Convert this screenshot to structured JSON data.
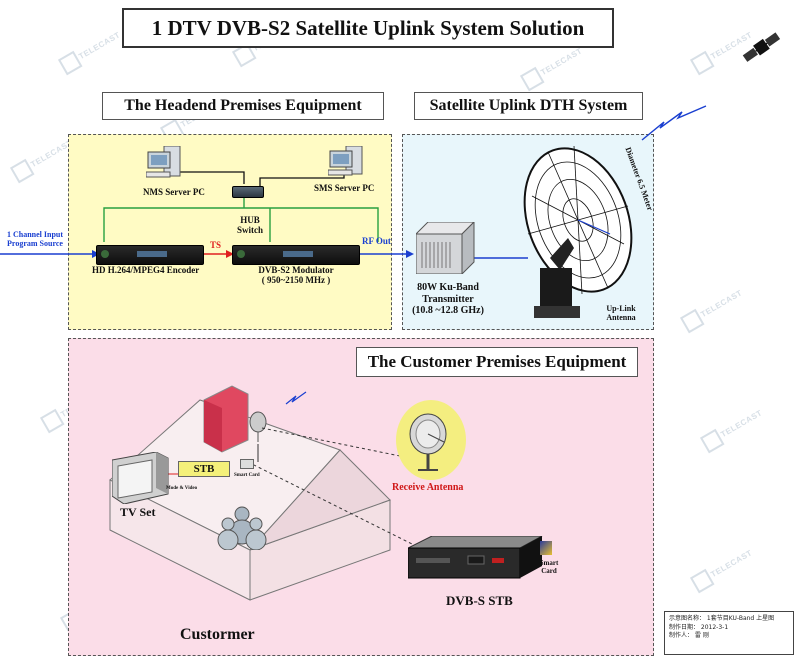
{
  "title": "1 DTV DVB-S2  Satellite Uplink System Solution",
  "sections": {
    "headend": "The  Headend Premises Equipment",
    "uplink": "Satellite Uplink DTH System",
    "customer": "The Customer Premises Equipment"
  },
  "labels": {
    "channel_input": "1 Channel Input\nProgram Source",
    "nms_server": "NMS Server PC",
    "sms_server": "SMS Server PC",
    "hub_switch": "HUB\nSwitch",
    "encoder": "HD H.264/MPEG4 Encoder",
    "ts": "TS",
    "modulator": "DVB-S2 Modulator\n( 950~2150 MHz )",
    "rf_out": "RF Out",
    "transmitter": "80W Ku-Band\nTransmitter\n(10.8 ~12.8 GHz)",
    "diameter": "Diameter 6.5 Meter",
    "uplink_antenna": "Up-Link\nAntenna",
    "receive_antenna": "Receive Antenna",
    "stb": "STB",
    "mode_video": "Mode & Video",
    "smart_card_small": "Smart Card",
    "tv_set": "TV Set",
    "dvbs_stb": "DVB-S STB",
    "smart_card": "Smart\nCard",
    "customer": "Custormer"
  },
  "meta": {
    "lines": [
      "示意图名称：  1套节目KU-Band 上星图",
      "制作日期：   2012-3-1",
      "制作人：    雷 刚"
    ]
  },
  "watermark": "TELECAST",
  "colors": {
    "headend_bg": "#fffbc4",
    "uplink_bg": "#e8f6fb",
    "customer_bg": "#fbdde8",
    "signal_blue": "#1a3fd0",
    "ts_red": "#e02020",
    "network_green": "#28a040",
    "receive_text": "#d01818"
  }
}
